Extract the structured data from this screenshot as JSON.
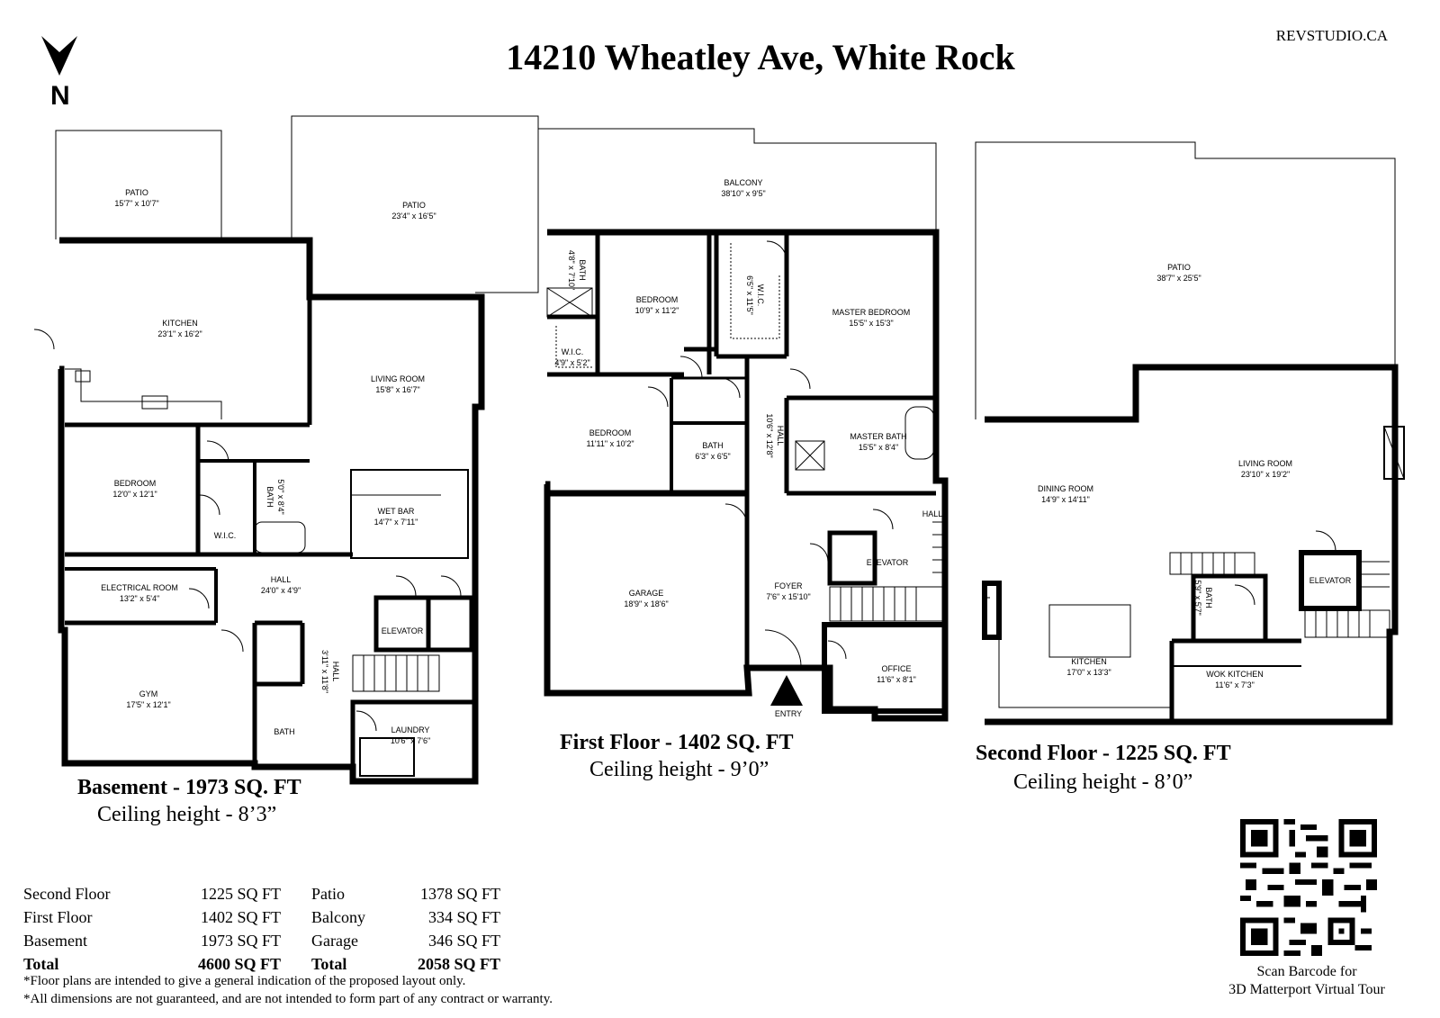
{
  "header": {
    "title": "14210 Wheatley Ave, White Rock",
    "brand": "REVSTUDIO.CA",
    "north": "N"
  },
  "basement": {
    "label": "Basement - 1973 SQ. FT",
    "ceiling": "Ceiling height - 8’3”",
    "rooms": {
      "patio1_name": "PATIO",
      "patio1_dim": "15'7\" x 10'7\"",
      "patio2_name": "PATIO",
      "patio2_dim": "23'4\" x 16'5\"",
      "kitchen_name": "KITCHEN",
      "kitchen_dim": "23'1\" x 16'2\"",
      "living_name": "LIVING ROOM",
      "living_dim": "15'8\" x 16'7\"",
      "bedroom_name": "BEDROOM",
      "bedroom_dim": "12'0\" x 12'1\"",
      "bath_name": "BATH",
      "bath_dim": "5'0\" x 8'4\"",
      "wic_name": "W.I.C.",
      "wetbar_name": "WET BAR",
      "wetbar_dim": "14'7\" x 7'11\"",
      "elec_name": "ELECTRICAL ROOM",
      "elec_dim": "13'2\" x 5'4\"",
      "hall_name": "HALL",
      "hall_dim": "24'0\" x 4'9\"",
      "elevator_name": "ELEVATOR",
      "gym_name": "GYM",
      "gym_dim": "17'5\" x 12'1\"",
      "hall2_name": "HALL",
      "hall2_dim": "3'11\" x 11'8\"",
      "bath2_name": "BATH",
      "laundry_name": "LAUNDRY",
      "laundry_dim": "10'6\" x 7'6\""
    }
  },
  "first": {
    "label": "First Floor  - 1402 SQ. FT",
    "ceiling": "Ceiling height - 9’0”",
    "rooms": {
      "balcony_name": "BALCONY",
      "balcony_dim": "38'10\" x 9'5\"",
      "bath1_name": "BATH",
      "bath1_dim": "4'8\" x 7'10\"",
      "bedroom1_name": "BEDROOM",
      "bedroom1_dim": "10'9\" x 11'2\"",
      "wic1_name": "W.I.C.",
      "wic1_dim": "6'5\" x 11'5\"",
      "master_name": "MASTER BEDROOM",
      "master_dim": "15'5\" x 15'3\"",
      "wic2_name": "W.I.C.",
      "wic2_dim": "4'9\" x 5'2\"",
      "bedroom2_name": "BEDROOM",
      "bedroom2_dim": "11'11\" x 10'2\"",
      "bath2_name": "BATH",
      "bath2_dim": "6'3\" x 6'5\"",
      "hall_name": "HALL",
      "hall_dim": "10'6\" x 12'8\"",
      "mbath_name": "MASTER BATH",
      "mbath_dim": "15'5\" x 8'4\"",
      "hall2_name": "HALL",
      "elevator_name": "ELEVATOR",
      "garage_name": "GARAGE",
      "garage_dim": "18'9\" x 18'6\"",
      "foyer_name": "FOYER",
      "foyer_dim": "7'6\" x 15'10\"",
      "office_name": "OFFICE",
      "office_dim": "11'6\" x 8'1\"",
      "entry_name": "ENTRY"
    }
  },
  "second": {
    "label": "Second Floor - 1225 SQ. FT",
    "ceiling": "Ceiling height - 8’0”",
    "rooms": {
      "patio_name": "PATIO",
      "patio_dim": "38'7\" x 25'5\"",
      "dining_name": "DINING ROOM",
      "dining_dim": "14'9\" x 14'11\"",
      "living_name": "LIVING ROOM",
      "living_dim": "23'10\" x 19'2\"",
      "elevator_name": "ELEVATOR",
      "bath_name": "BATH",
      "bath_dim": "5'9\" x 5'7\"",
      "kitchen_name": "KITCHEN",
      "kitchen_dim": "17'0\" x 13'3\"",
      "wok_name": "WOK KITCHEN",
      "wok_dim": "11'6\" x 7'3\""
    }
  },
  "totals": {
    "rows": [
      [
        "Second Floor",
        "1225 SQ FT",
        "Patio",
        "1378 SQ FT"
      ],
      [
        "First Floor",
        "1402 SQ FT",
        "Balcony",
        "334 SQ FT"
      ],
      [
        "Basement",
        "1973 SQ FT",
        "Garage",
        "346 SQ FT"
      ],
      [
        "Total",
        "4600 SQ FT",
        "Total",
        "2058 SQ FT"
      ]
    ],
    "note1": "*Floor plans are intended to give a general indication of the proposed layout only.",
    "note2": "*All dimensions are not guaranteed, and are not intended to form part of any contract or warranty."
  },
  "qr": {
    "line1": "Scan Barcode for",
    "line2": "3D Matterport Virtual Tour",
    "icon": "qr-code-icon"
  }
}
